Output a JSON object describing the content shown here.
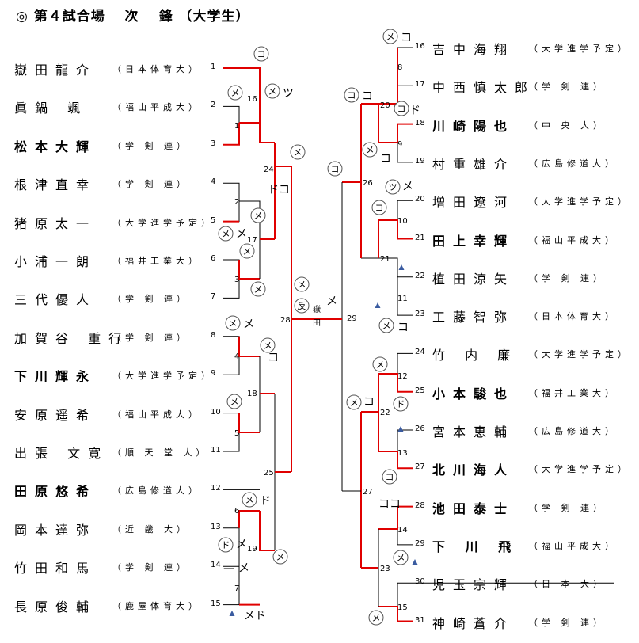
{
  "title": "◎ 第４試合場　 次　 鋒 （大学生）",
  "left_players": [
    {
      "num": "1",
      "name": "嶽田龍介",
      "aff": "（日本体育大）",
      "winner": false
    },
    {
      "num": "2",
      "name": "眞鍋 颯",
      "aff": "（福山平成大）",
      "winner": false
    },
    {
      "num": "3",
      "name": "松本大輝",
      "aff": "（学 剣 連）",
      "winner": true
    },
    {
      "num": "4",
      "name": "根津直幸",
      "aff": "（学 剣 連）",
      "winner": false
    },
    {
      "num": "5",
      "name": "猪原太一",
      "aff": "（大学進学予定）",
      "winner": false
    },
    {
      "num": "6",
      "name": "小浦一朗",
      "aff": "（福井工業大）",
      "winner": false
    },
    {
      "num": "7",
      "name": "三代優人",
      "aff": "（学 剣 連）",
      "winner": false
    },
    {
      "num": "8",
      "name": "加賀谷 重行",
      "aff": "（学 剣 連）",
      "winner": false
    },
    {
      "num": "9",
      "name": "下川輝永",
      "aff": "（大学進学予定）",
      "winner": true
    },
    {
      "num": "10",
      "name": "安原遥希",
      "aff": "（福山平成大）",
      "winner": false
    },
    {
      "num": "11",
      "name": "出張 文寛",
      "aff": "（順 天 堂 大）",
      "winner": false
    },
    {
      "num": "12",
      "name": "田原悠希",
      "aff": "（広島修道大）",
      "winner": true
    },
    {
      "num": "13",
      "name": "岡本達弥",
      "aff": "（近 畿 大）",
      "winner": false
    },
    {
      "num": "14",
      "name": "竹田和馬",
      "aff": "（学 剣 連）",
      "winner": false
    },
    {
      "num": "15",
      "name": "長原俊輔",
      "aff": "（鹿屋体育大）",
      "winner": false
    }
  ],
  "right_players": [
    {
      "num": "16",
      "name": "吉中海翔",
      "aff": "（大学進学予定）",
      "winner": false
    },
    {
      "num": "17",
      "name": "中西慎太郎",
      "aff": "（学 剣 連）",
      "winner": false
    },
    {
      "num": "18",
      "name": "川崎陽也",
      "aff": "（中 央 大）",
      "winner": true
    },
    {
      "num": "19",
      "name": "村重雄介",
      "aff": "（広島修道大）",
      "winner": false
    },
    {
      "num": "20",
      "name": "増田遼河",
      "aff": "（大学進学予定）",
      "winner": false
    },
    {
      "num": "21",
      "name": "田上幸輝",
      "aff": "（福山平成大）",
      "winner": true
    },
    {
      "num": "22",
      "name": "植田涼矢",
      "aff": "（学 剣 連）",
      "winner": false
    },
    {
      "num": "23",
      "name": "工藤智弥",
      "aff": "（日本体育大）",
      "winner": false
    },
    {
      "num": "24",
      "name": "竹 内 廉",
      "aff": "（大学進学予定）",
      "winner": false
    },
    {
      "num": "25",
      "name": "小本駿也",
      "aff": "（福井工業大）",
      "winner": true
    },
    {
      "num": "26",
      "name": "宮本恵輔",
      "aff": "（広島修道大）",
      "winner": false
    },
    {
      "num": "27",
      "name": "北川海人",
      "aff": "（大学進学予定）",
      "winner": true
    },
    {
      "num": "28",
      "name": "池田泰士",
      "aff": "（学 剣 連）",
      "winner": true
    },
    {
      "num": "29",
      "name": "下 川 飛",
      "aff": "（福山平成大）",
      "winner": true
    },
    {
      "num": "30",
      "name": "児玉宗輝",
      "aff": "（日 本 大）",
      "winner": false,
      "withdrawn": true
    },
    {
      "num": "31",
      "name": "神崎蒼介",
      "aff": "（学 剣 連）",
      "winner": false
    }
  ],
  "match_numbers": [
    "1",
    "2",
    "3",
    "4",
    "5",
    "6",
    "7",
    "8",
    "9",
    "10",
    "11",
    "12",
    "13",
    "14",
    "15",
    "16",
    "17",
    "18",
    "19",
    "20",
    "21",
    "22",
    "23",
    "24",
    "25",
    "26",
    "27",
    "28",
    "29"
  ],
  "final_winner_label": "嶽田",
  "scoring_marks": [
    "コ",
    "メ",
    "ツ",
    "ド",
    "反",
    "▲"
  ],
  "line_colors": {
    "win": "#e00000",
    "normal": "#000000"
  }
}
